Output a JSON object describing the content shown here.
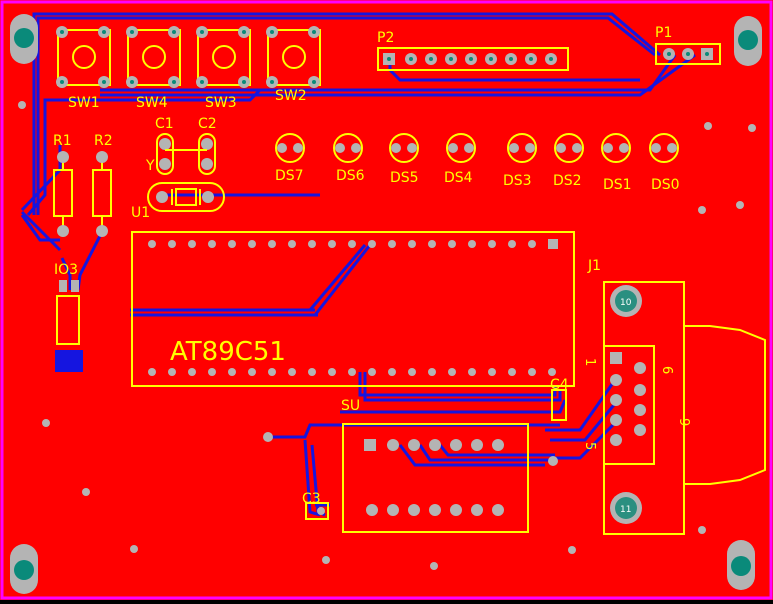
{
  "colors": {
    "board": "#ff0000",
    "border": "#ff00ff",
    "silk": "#ffff00",
    "trace": "#1515e0",
    "pad": "#b4b4b4",
    "drill": "#0a8a7a",
    "hole": "#2a8f80"
  },
  "silkscreen": {
    "sw1": "SW1",
    "sw4": "SW4",
    "sw3": "SW3",
    "sw2": "SW2",
    "p2": "P2",
    "p1": "P1",
    "r1": "R1",
    "r2": "R2",
    "c1": "C1",
    "c2": "C2",
    "y": "Y",
    "u1": "U1",
    "ds7": "DS7",
    "ds6": "DS6",
    "ds5": "DS5",
    "ds4": "DS4",
    "ds3": "DS3",
    "ds2": "DS2",
    "ds1": "DS1",
    "ds0": "DS0",
    "io3": "IO3",
    "chip": "AT89C51",
    "j1": "J1",
    "c4": "C4",
    "su": "SU",
    "c3": "C3",
    "pin1": "1",
    "pin5": "5",
    "pin6": "6",
    "pin9": "9",
    "mount10": "10",
    "mount11": "11"
  }
}
